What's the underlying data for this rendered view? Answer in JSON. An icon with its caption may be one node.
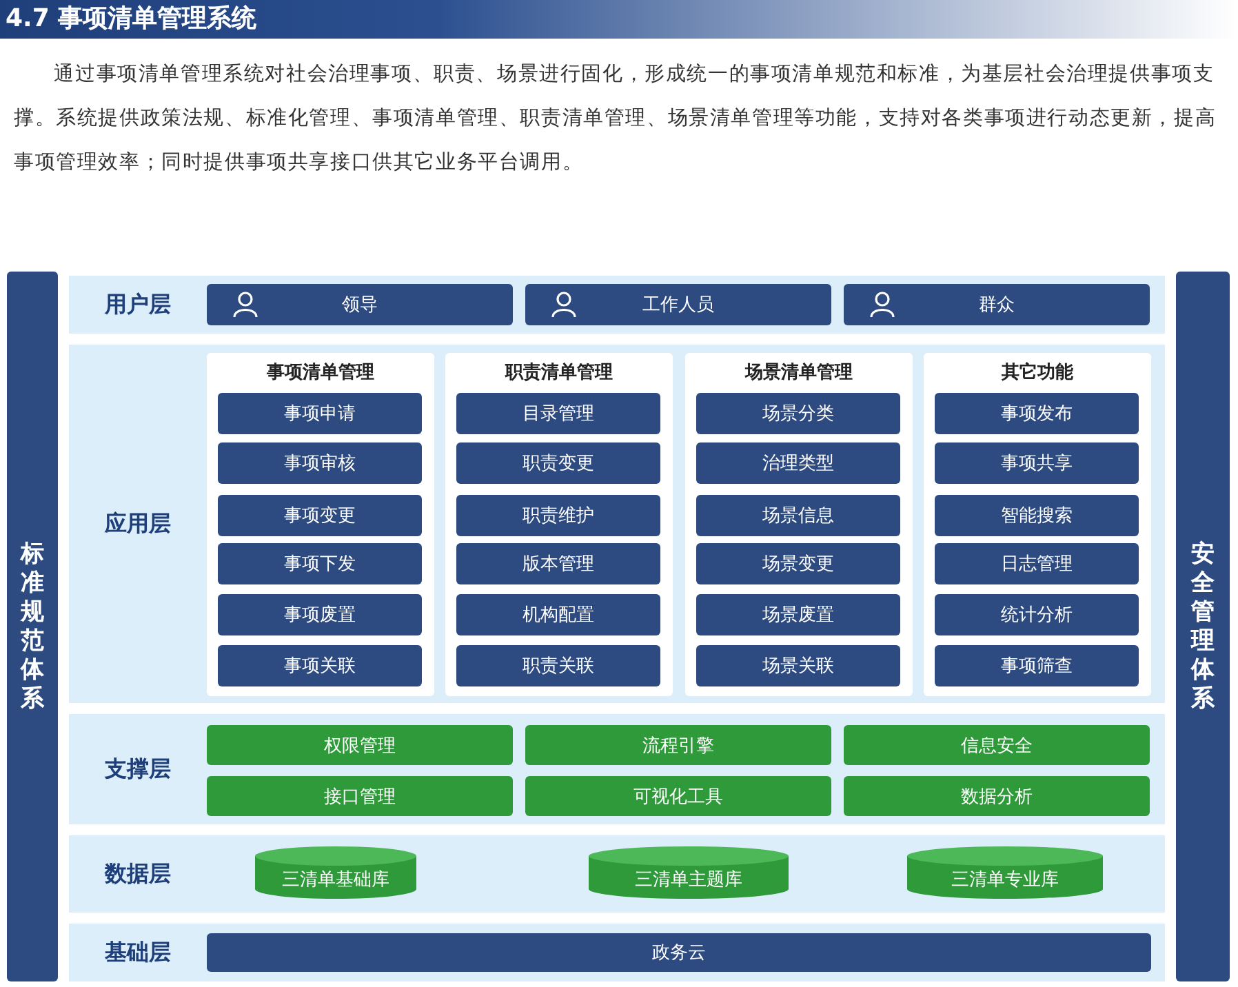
{
  "diagram": {
    "title": "4.7 事项清单管理系统",
    "nodes": [
      {
        "text": [
          "标准规范体系"
        ]
      },
      {
        "text": [
          "用户层"
        ]
      },
      {
        "text": [
          "领导"
        ],
        "in": 1
      },
      {
        "text": [
          "工作人员"
        ],
        "in": 1
      },
      {
        "text": [
          "群众"
        ],
        "in": 1
      },
      {
        "text": [
          "应用层"
        ]
      },
      {
        "text": [
          "事项清单管理"
        ],
        "in": 5
      },
      {
        "text": [
          "事项申请"
        ],
        "in": 6
      },
      {
        "text": [
          "事项审核"
        ],
        "in": 6
      },
      {
        "text": [
          "事项变更"
        ],
        "in": 6
      },
      {
        "text": [
          "事项下发"
        ],
        "in": 6
      },
      {
        "text": [
          "事项废置"
        ],
        "in": 6
      },
      {
        "text": [
          "事项关联"
        ],
        "in": 6
      },
      {
        "text": [
          "职责清单管理"
        ],
        "in": 5
      },
      {
        "text": [
          "目录管理"
        ],
        "in": 13
      },
      {
        "text": [
          "职责变更"
        ],
        "in": 13
      },
      {
        "text": [
          "职责维护"
        ],
        "in": 13
      },
      {
        "text": [
          "版本管理"
        ],
        "in": 13
      },
      {
        "text": [
          "机构配置"
        ],
        "in": 13
      },
      {
        "text": [
          "职责关联"
        ],
        "in": 13
      },
      {
        "text": [
          "场景清单管理"
        ],
        "in": 5
      },
      {
        "text": [
          "场景分类"
        ],
        "in": 20
      },
      {
        "text": [
          "治理类型"
        ],
        "in": 20
      },
      {
        "text": [
          "场景信息"
        ],
        "in": 20
      },
      {
        "text": [
          "场景变更"
        ],
        "in": 20
      },
      {
        "text": [
          "场景废置"
        ],
        "in": 20
      },
      {
        "text": [
          "场景关联"
        ],
        "in": 20
      },
      {
        "text": [
          "其它功能"
        ],
        "in": 5
      },
      {
        "text": [
          "事项发布"
        ],
        "in": 27
      },
      {
        "text": [
          "事项共享"
        ],
        "in": 27
      },
      {
        "text": [
          "智能搜索"
        ],
        "in": 27
      },
      {
        "text": [
          "日志管理"
        ],
        "in": 27
      },
      {
        "text": [
          "统计分析"
        ],
        "in": 27
      },
      {
        "text": [
          "事项筛查"
        ],
        "in": 27
      },
      {
        "text": [
          "支撑层"
        ]
      },
      {
        "text": [
          "权限管理"
        ],
        "in": 34
      },
      {
        "text": [
          "流程引擎"
        ],
        "in": 34
      },
      {
        "text": [
          "信息安全"
        ],
        "in": 34
      },
      {
        "text": [
          "接口管理"
        ],
        "in": 34
      },
      {
        "text": [
          "可视化工具"
        ],
        "in": 34
      },
      {
        "text": [
          "数据分析"
        ],
        "in": 34
      },
      {
        "text": [
          "数据层"
        ]
      },
      {
        "text": [
          "三清单基础库"
        ],
        "in": 41
      },
      {
        "text": [
          "三清单主题库"
        ],
        "in": 41
      },
      {
        "text": [
          "三清单专业库"
        ],
        "in": 41
      },
      {
        "text": [
          "基础层"
        ]
      },
      {
        "text": [
          "政务云"
        ],
        "in": 45
      },
      {
        "text": [
          "安全管理体系"
        ]
      }
    ],
    "edges": [],
    "labels": [
      "通过事项清单管理系统对社会治理事项、职责、场景进行固化，形成统一的事项清单规范和标准，为基层社会治理提供事项支撑。系统提供政策法规、标准化管理、事项清单管理、职责清单管理、场景清单管理等功能，支持对各类事项进行动态更新，提高事项管理效率；同时提供事项共享接口供其它业务平台调用。"
    ]
  }
}
